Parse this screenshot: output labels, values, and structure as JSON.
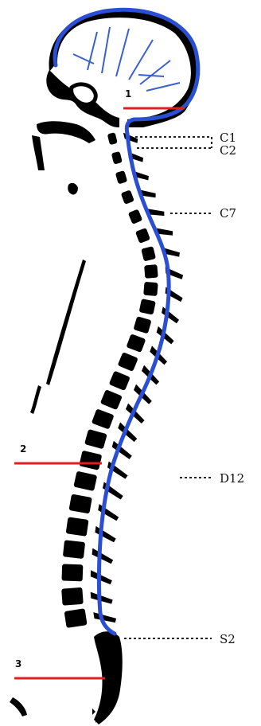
{
  "markers": [
    {
      "number": "1"
    },
    {
      "number": "2"
    },
    {
      "number": "3"
    }
  ],
  "levels": [
    {
      "label": "C1"
    },
    {
      "label": "C2"
    },
    {
      "label": "C7"
    },
    {
      "label": "D12"
    },
    {
      "label": "S2"
    }
  ],
  "colors": {
    "bone": "#000000",
    "spinal_cord": "#2a4fd4",
    "marker_line": "#e02020",
    "leader": "#222222"
  }
}
